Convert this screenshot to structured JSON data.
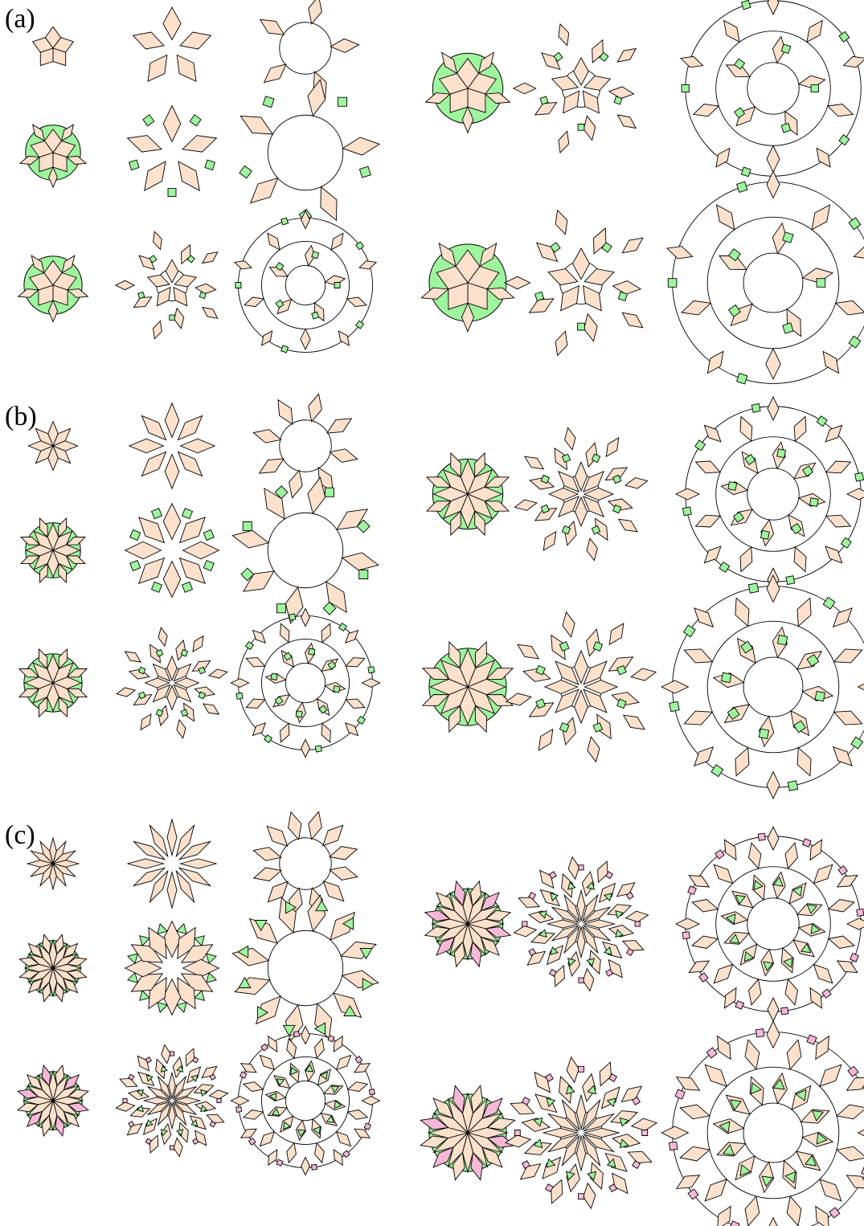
{
  "panels": [
    {
      "label": "(a)",
      "fold": 5,
      "left_rows": [
        [
          "star-cluster",
          "star-ring",
          "hollow-ring"
        ],
        [
          "filled-disc",
          "pinwheel",
          "open-ring"
        ],
        [
          "filled-disc",
          "ring-cluster",
          "ring-network"
        ]
      ],
      "right_rows": [
        [
          "filled-disc",
          "ring-cluster",
          "ring-network"
        ],
        [
          "filled-disc",
          "ring-cluster",
          "ring-network"
        ]
      ]
    },
    {
      "label": "(b)",
      "fold": 8,
      "left_rows": [
        [
          "star-cluster",
          "star-ring",
          "hollow-ring"
        ],
        [
          "filled-disc",
          "pinwheel",
          "open-ring"
        ],
        [
          "filled-disc",
          "ring-cluster",
          "ring-network"
        ]
      ],
      "right_rows": [
        [
          "filled-disc",
          "ring-cluster",
          "ring-network"
        ],
        [
          "filled-disc",
          "ring-cluster",
          "ring-network"
        ]
      ]
    },
    {
      "label": "(c)",
      "fold": 12,
      "left_rows": [
        [
          "star-cluster",
          "star-ring",
          "hollow-ring"
        ],
        [
          "filled-disc",
          "pinwheel",
          "open-ring"
        ],
        [
          "filled-disc",
          "ring-cluster",
          "ring-network"
        ]
      ],
      "right_rows": [
        [
          "filled-disc",
          "ring-cluster",
          "ring-network"
        ],
        [
          "filled-disc",
          "ring-cluster",
          "ring-network"
        ]
      ]
    }
  ],
  "colors": {
    "rhombus_fill": "#fde1cc",
    "square_fill": "#9ef59e",
    "triangle_fill": "#9ef59e",
    "pink_fill": "#f7b8d8",
    "stroke": "#000000",
    "background": "#ffffff"
  }
}
